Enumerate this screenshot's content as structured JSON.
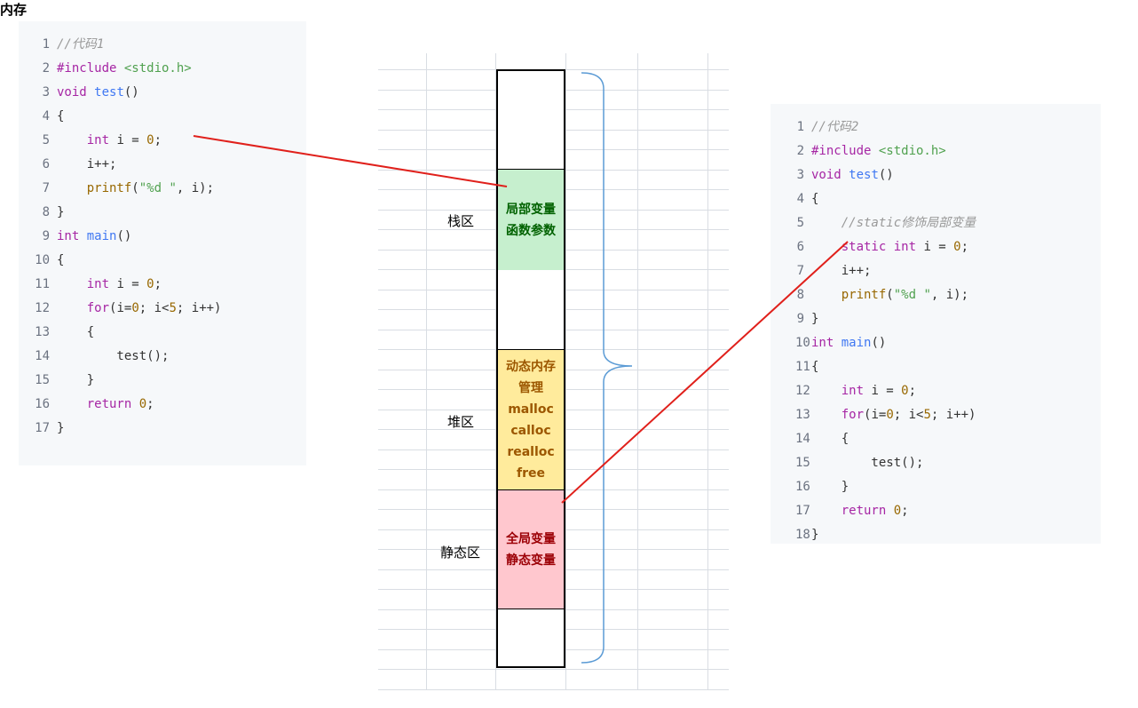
{
  "code_block_1": {
    "lines": [
      {
        "n": "1",
        "tokens": [
          {
            "t": "//代码1",
            "c": "cm"
          }
        ]
      },
      {
        "n": "2",
        "tokens": [
          {
            "t": "#include ",
            "c": "kw"
          },
          {
            "t": "<stdio.h>",
            "c": "st"
          }
        ]
      },
      {
        "n": "3",
        "tokens": [
          {
            "t": "void ",
            "c": "kw"
          },
          {
            "t": "test",
            "c": "fn"
          },
          {
            "t": "()",
            "c": ""
          }
        ]
      },
      {
        "n": "4",
        "tokens": [
          {
            "t": "{",
            "c": ""
          }
        ]
      },
      {
        "n": "5",
        "tokens": [
          {
            "t": "    int ",
            "c": "kw"
          },
          {
            "t": "i = ",
            "c": ""
          },
          {
            "t": "0",
            "c": "nm"
          },
          {
            "t": ";",
            "c": ""
          }
        ]
      },
      {
        "n": "6",
        "tokens": [
          {
            "t": "    i++;",
            "c": ""
          }
        ]
      },
      {
        "n": "7",
        "tokens": [
          {
            "t": "    printf",
            "c": "nm"
          },
          {
            "t": "(",
            "c": ""
          },
          {
            "t": "\"%d \"",
            "c": "st"
          },
          {
            "t": ", i);",
            "c": ""
          }
        ]
      },
      {
        "n": "8",
        "tokens": [
          {
            "t": "}",
            "c": ""
          }
        ]
      },
      {
        "n": "9",
        "tokens": [
          {
            "t": "int ",
            "c": "kw"
          },
          {
            "t": "main",
            "c": "fn"
          },
          {
            "t": "()",
            "c": ""
          }
        ]
      },
      {
        "n": "10",
        "tokens": [
          {
            "t": "{",
            "c": ""
          }
        ]
      },
      {
        "n": "11",
        "tokens": [
          {
            "t": "    int ",
            "c": "kw"
          },
          {
            "t": "i = ",
            "c": ""
          },
          {
            "t": "0",
            "c": "nm"
          },
          {
            "t": ";",
            "c": ""
          }
        ]
      },
      {
        "n": "12",
        "tokens": [
          {
            "t": "    for",
            "c": "kw"
          },
          {
            "t": "(i=",
            "c": ""
          },
          {
            "t": "0",
            "c": "nm"
          },
          {
            "t": "; i<",
            "c": ""
          },
          {
            "t": "5",
            "c": "nm"
          },
          {
            "t": "; i++)",
            "c": ""
          }
        ]
      },
      {
        "n": "13",
        "tokens": [
          {
            "t": "    {",
            "c": ""
          }
        ]
      },
      {
        "n": "14",
        "tokens": [
          {
            "t": "        test();",
            "c": ""
          }
        ]
      },
      {
        "n": "15",
        "tokens": [
          {
            "t": "    }",
            "c": ""
          }
        ]
      },
      {
        "n": "16",
        "tokens": [
          {
            "t": "    return ",
            "c": "kw"
          },
          {
            "t": "0",
            "c": "nm"
          },
          {
            "t": ";",
            "c": ""
          }
        ]
      },
      {
        "n": "17",
        "tokens": [
          {
            "t": "}",
            "c": ""
          }
        ]
      }
    ]
  },
  "code_block_2": {
    "lines": [
      {
        "n": "1",
        "tokens": [
          {
            "t": "//代码2",
            "c": "cm"
          }
        ]
      },
      {
        "n": "2",
        "tokens": [
          {
            "t": "#include ",
            "c": "kw"
          },
          {
            "t": "<stdio.h>",
            "c": "st"
          }
        ]
      },
      {
        "n": "3",
        "tokens": [
          {
            "t": "void ",
            "c": "kw"
          },
          {
            "t": "test",
            "c": "fn"
          },
          {
            "t": "()",
            "c": ""
          }
        ]
      },
      {
        "n": "4",
        "tokens": [
          {
            "t": "{",
            "c": ""
          }
        ]
      },
      {
        "n": "5",
        "tokens": [
          {
            "t": "    //static修饰局部变量",
            "c": "cm"
          }
        ]
      },
      {
        "n": "6",
        "tokens": [
          {
            "t": "    static ",
            "c": "kw"
          },
          {
            "t": "int ",
            "c": "kw"
          },
          {
            "t": "i = ",
            "c": ""
          },
          {
            "t": "0",
            "c": "nm"
          },
          {
            "t": ";",
            "c": ""
          }
        ]
      },
      {
        "n": "7",
        "tokens": [
          {
            "t": "    i++;",
            "c": ""
          }
        ]
      },
      {
        "n": "8",
        "tokens": [
          {
            "t": "    printf",
            "c": "nm"
          },
          {
            "t": "(",
            "c": ""
          },
          {
            "t": "\"%d \"",
            "c": "st"
          },
          {
            "t": ", i);",
            "c": ""
          }
        ]
      },
      {
        "n": "9",
        "tokens": [
          {
            "t": "}",
            "c": ""
          }
        ]
      },
      {
        "n": "10",
        "tokens": [
          {
            "t": "int ",
            "c": "kw"
          },
          {
            "t": "main",
            "c": "fn"
          },
          {
            "t": "()",
            "c": ""
          }
        ]
      },
      {
        "n": "11",
        "tokens": [
          {
            "t": "{",
            "c": ""
          }
        ]
      },
      {
        "n": "12",
        "tokens": [
          {
            "t": "    int ",
            "c": "kw"
          },
          {
            "t": "i = ",
            "c": ""
          },
          {
            "t": "0",
            "c": "nm"
          },
          {
            "t": ";",
            "c": ""
          }
        ]
      },
      {
        "n": "13",
        "tokens": [
          {
            "t": "    for",
            "c": "kw"
          },
          {
            "t": "(i=",
            "c": ""
          },
          {
            "t": "0",
            "c": "nm"
          },
          {
            "t": "; i<",
            "c": ""
          },
          {
            "t": "5",
            "c": "nm"
          },
          {
            "t": "; i++)",
            "c": ""
          }
        ]
      },
      {
        "n": "14",
        "tokens": [
          {
            "t": "    {",
            "c": ""
          }
        ]
      },
      {
        "n": "15",
        "tokens": [
          {
            "t": "        test();",
            "c": ""
          }
        ]
      },
      {
        "n": "16",
        "tokens": [
          {
            "t": "    }",
            "c": ""
          }
        ]
      },
      {
        "n": "17",
        "tokens": [
          {
            "t": "    return ",
            "c": "kw"
          },
          {
            "t": "0",
            "c": "nm"
          },
          {
            "t": ";",
            "c": ""
          }
        ]
      },
      {
        "n": "18",
        "tokens": [
          {
            "t": "}",
            "c": ""
          }
        ]
      }
    ]
  },
  "memory": {
    "region_labels": {
      "stack": "栈区",
      "heap": "堆区",
      "static": "静态区"
    },
    "segments": {
      "stack": "局部变量\n函数参数",
      "heap": "动态内存\n管理\nmalloc\ncalloc\nrealloc\nfree",
      "static": "全局变量\n静态变量"
    },
    "brace_label": "内存"
  },
  "colors": {
    "stack_fill": "#c6efce",
    "stack_text": "#006100",
    "heap_fill": "#ffeb9c",
    "heap_text": "#9c5700",
    "static_fill": "#ffc7ce",
    "static_text": "#9c0006",
    "arrow": "#e0201b",
    "brace": "#5b9bd5"
  }
}
